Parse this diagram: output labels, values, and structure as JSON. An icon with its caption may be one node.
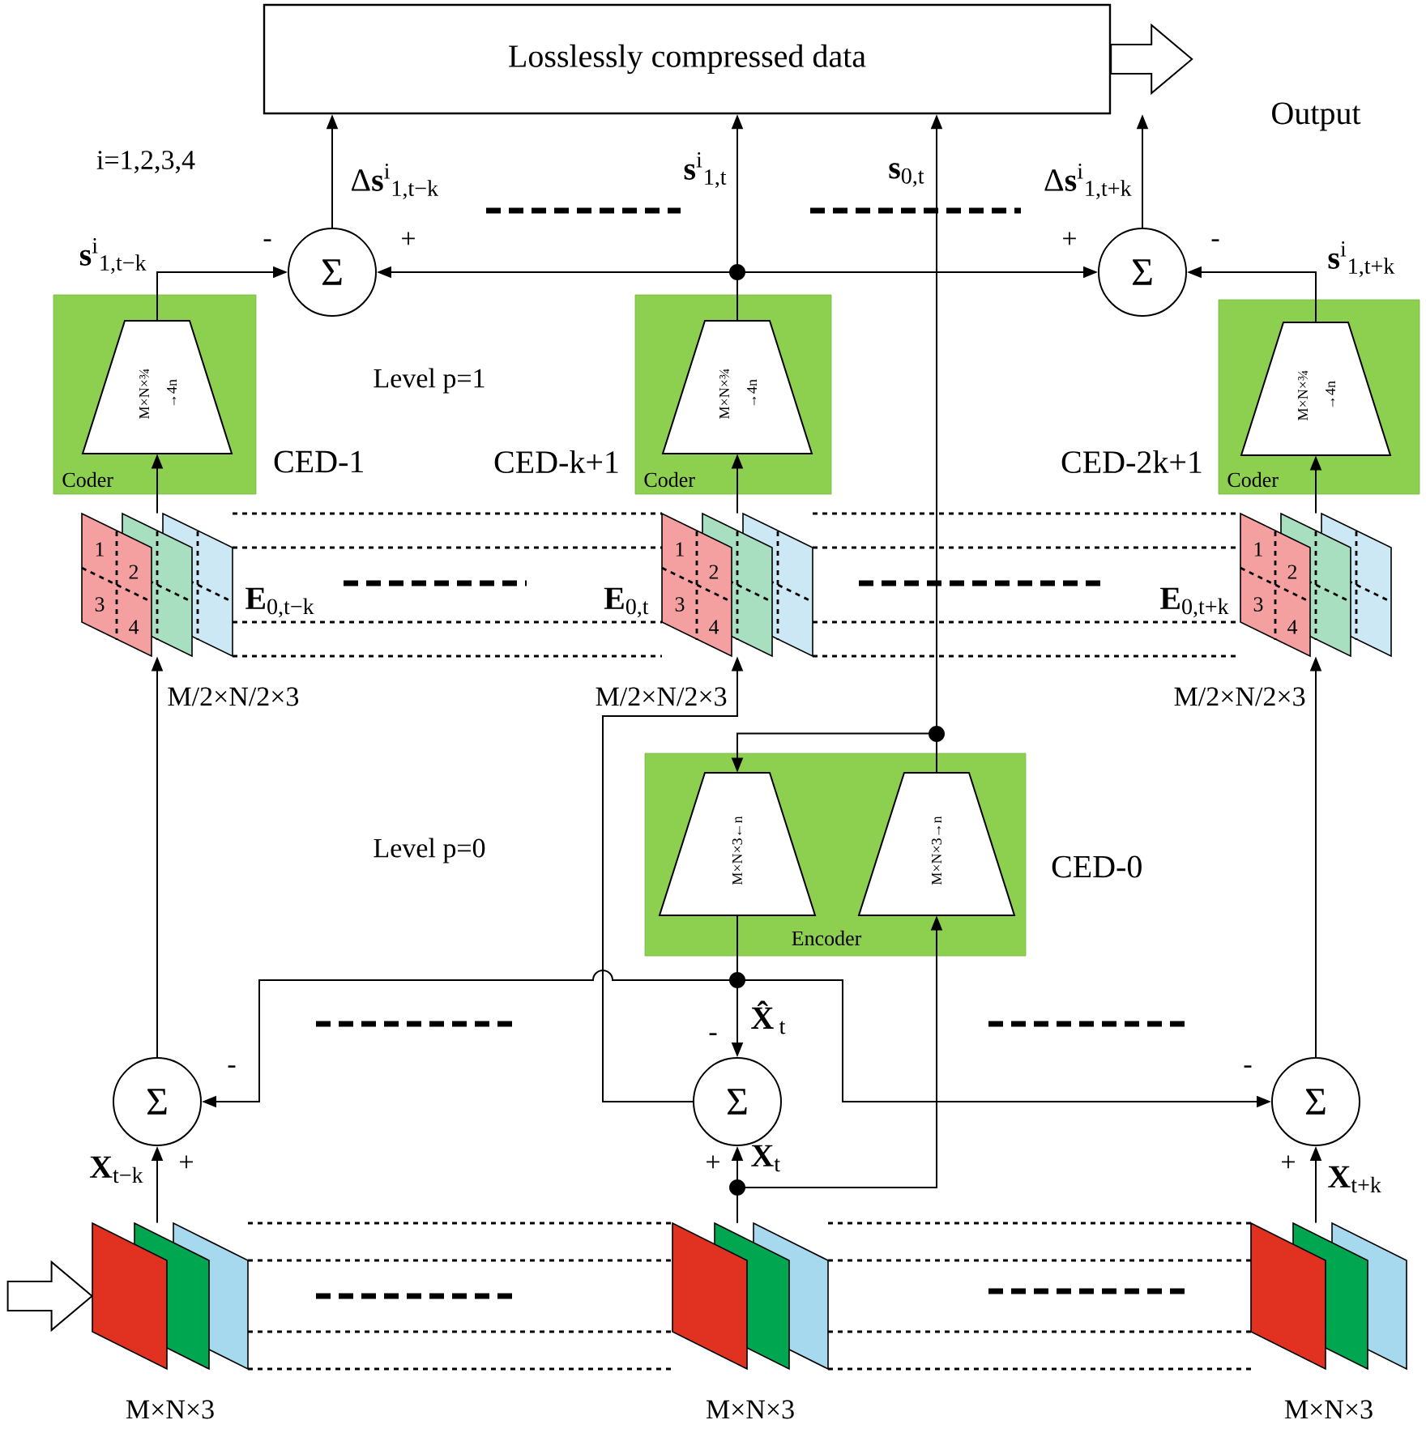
{
  "diagram": {
    "nodes": [
      {
        "text": [
          "Losslessly compressed data"
        ]
      },
      {
        "text": [
          "Σ"
        ]
      },
      {
        "text": [
          "Σ"
        ]
      },
      {
        "text": [
          "Coder"
        ],
        "beside": [
          "CED-1"
        ]
      },
      {
        "text": [
          "M×N×¾",
          "→4n"
        ],
        "in": 3
      },
      {
        "text": [
          "Coder"
        ],
        "beside": [
          "CED-k+1"
        ]
      },
      {
        "text": [
          "M×N×¾",
          "→4n"
        ],
        "in": 5
      },
      {
        "text": [
          "Coder"
        ],
        "beside": [
          "CED-2k+1"
        ]
      },
      {
        "text": [
          "M×N×¾",
          "→4n"
        ],
        "in": 7
      },
      {
        "text": [
          "1",
          "2",
          "3",
          "4"
        ],
        "beside": [
          "**E**$_{0,t−k}$",
          "M/2×N/2×3"
        ]
      },
      {
        "text": [
          "1",
          "2",
          "3",
          "4"
        ],
        "beside": [
          "**E**$_{0,t}$",
          "M/2×N/2×3"
        ]
      },
      {
        "text": [
          "1",
          "2",
          "3",
          "4"
        ],
        "beside": [
          "**E**$_{0,t+k}$",
          "M/2×N/2×3"
        ]
      },
      {
        "text": [
          "Encoder"
        ],
        "beside": [
          "CED-0"
        ]
      },
      {
        "text": [
          "M×N×3←n"
        ],
        "in": 12
      },
      {
        "text": [
          "M×N×3→n"
        ],
        "in": 12
      },
      {
        "text": [
          "Σ"
        ]
      },
      {
        "text": [
          "Σ"
        ]
      },
      {
        "text": [
          "Σ"
        ]
      },
      {
        "text": [],
        "shape": "box",
        "beside": [
          "M×N×3"
        ]
      },
      {
        "text": [],
        "shape": "box",
        "beside": [
          "M×N×3"
        ]
      },
      {
        "text": [],
        "shape": "box",
        "beside": [
          "M×N×3"
        ]
      }
    ],
    "edges": [
      {
        "from": 1,
        "to": 0,
        "arrow": "to",
        "label": "Δ**s**$^{i}$$_{1,t−k}$"
      },
      {
        "from": 6,
        "to": 0,
        "arrow": "to",
        "label": "**s**$^{i}$$_{1,t}$"
      },
      {
        "from": 6,
        "to": 1,
        "arrow": "to"
      },
      {
        "from": 6,
        "to": 2,
        "arrow": "to"
      },
      {
        "from": 4,
        "to": 1,
        "arrow": "to",
        "label": "**s**$^{i}$$_{1,t−k}$"
      },
      {
        "from": 8,
        "to": 2,
        "arrow": "to",
        "label": "**s**$^{i}$$_{1,t+k}$"
      },
      {
        "from": 2,
        "to": 0,
        "arrow": "to",
        "label": "Δ**s**$^{i}$$_{1,t+k}$"
      },
      {
        "from": 14,
        "to": 0,
        "arrow": "to",
        "label": "**s**$_{0,t}$"
      },
      {
        "from": 9,
        "to": 4,
        "arrow": "to"
      },
      {
        "from": 10,
        "to": 6,
        "arrow": "to"
      },
      {
        "from": 11,
        "to": 8,
        "arrow": "to"
      },
      {
        "from": 15,
        "to": 9,
        "arrow": "to"
      },
      {
        "from": 16,
        "to": 10,
        "arrow": "to"
      },
      {
        "from": 17,
        "to": 11,
        "arrow": "to"
      },
      {
        "from": 14,
        "to": 13,
        "arrow": "to"
      },
      {
        "from": 13,
        "to": 15,
        "arrow": "to"
      },
      {
        "from": 13,
        "to": 16,
        "arrow": "to",
        "label": "**X̂**$_{t}$"
      },
      {
        "from": 13,
        "to": 17,
        "arrow": "to"
      },
      {
        "from": 18,
        "to": 15,
        "arrow": "to",
        "label": "**X**$_{t−k}$"
      },
      {
        "from": 19,
        "to": 16,
        "arrow": "to",
        "label": "**X**$_{t}$"
      },
      {
        "from": 19,
        "to": 14,
        "arrow": "to"
      },
      {
        "from": 20,
        "to": 17,
        "arrow": "to",
        "label": "**X**$_{t+k}$"
      },
      {
        "from": null,
        "to": 18,
        "arrow": "to"
      },
      {
        "from": 0,
        "to": null,
        "arrow": "to",
        "label": "Output"
      }
    ],
    "labels": [
      "i=1,2,3,4",
      "-",
      "+",
      "+",
      "-",
      "Level p=1",
      "Level p=0",
      "-",
      "-",
      "-",
      "+",
      "+",
      "+"
    ]
  }
}
